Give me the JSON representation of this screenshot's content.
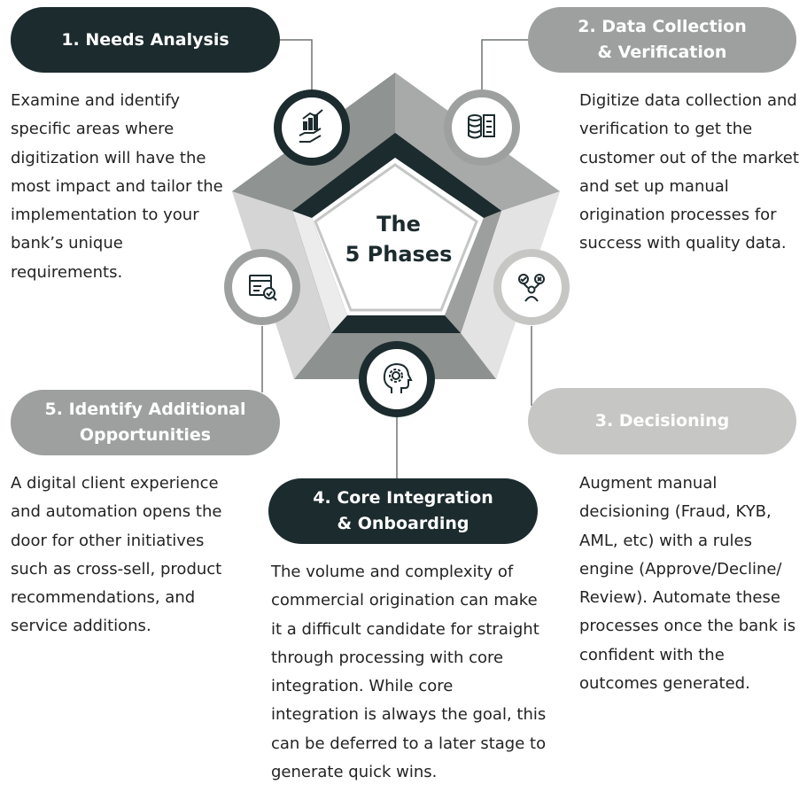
{
  "center": {
    "lines": [
      "The",
      "5 Phases"
    ]
  },
  "phases": [
    {
      "title_lines": [
        "1. Needs Analysis"
      ],
      "desc_lines": [
        "Examine and identify",
        "specific areas where",
        "digitization will have the",
        "most impact and tailor the",
        "implementation to your",
        "bank’s unique",
        "requirements."
      ],
      "icon": "hand-chart-icon"
    },
    {
      "title_lines": [
        "2. Data Collection",
        "& Verification"
      ],
      "desc_lines": [
        "Digitize data collection and",
        "verification to get the",
        "customer out of the market",
        "and set up manual",
        "origination processes for",
        "success with quality data."
      ],
      "icon": "database-document-icon"
    },
    {
      "title_lines": [
        "3. Decisioning"
      ],
      "desc_lines": [
        "Augment manual",
        "decisioning (Fraud, KYB,",
        "AML, etc) with a rules",
        "engine (Approve/Decline/",
        "Review). Automate these",
        "processes once the bank is",
        "confident with the",
        "outcomes generated."
      ],
      "icon": "decision-person-icon"
    },
    {
      "title_lines": [
        "4. Core Integration",
        "& Onboarding"
      ],
      "desc_lines": [
        "The volume and complexity of",
        "commercial origination can make",
        "it a difficult candidate for straight",
        "through processing with core",
        "integration. While core",
        "integration is always the goal, this",
        "can be deferred to a later stage to",
        "generate quick wins."
      ],
      "icon": "head-gear-icon"
    },
    {
      "title_lines": [
        "5. Identify Additional",
        "Opportunities"
      ],
      "desc_lines": [
        "A digital client experience",
        "and automation opens the",
        "door for other initiatives",
        "such as cross-sell, product",
        "recommendations, and",
        "service additions."
      ],
      "icon": "browser-check-icon"
    }
  ],
  "colors": {
    "dark": "#1c2b2e",
    "mid_gray": "#9da09e",
    "light_gray": "#c6c7c5",
    "text": "#232323",
    "background": "#ffffff"
  }
}
